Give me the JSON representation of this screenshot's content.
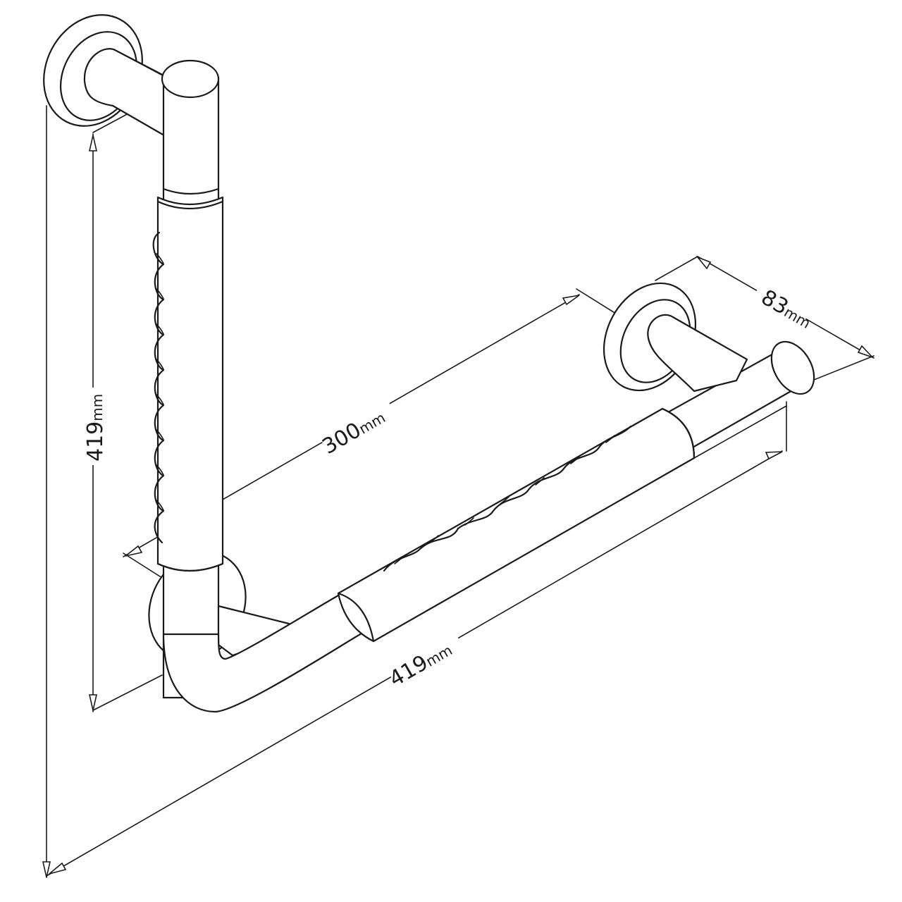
{
  "dimensions": {
    "vertical_height": {
      "value": "419",
      "unit": "mm"
    },
    "horizontal_length": {
      "value": "419",
      "unit": "mm"
    },
    "bar_length": {
      "value": "300",
      "unit": "mm"
    },
    "projection": {
      "value": "83",
      "unit": "mm"
    }
  },
  "colors": {
    "line": "#1a1a1a",
    "background": "#ffffff"
  }
}
